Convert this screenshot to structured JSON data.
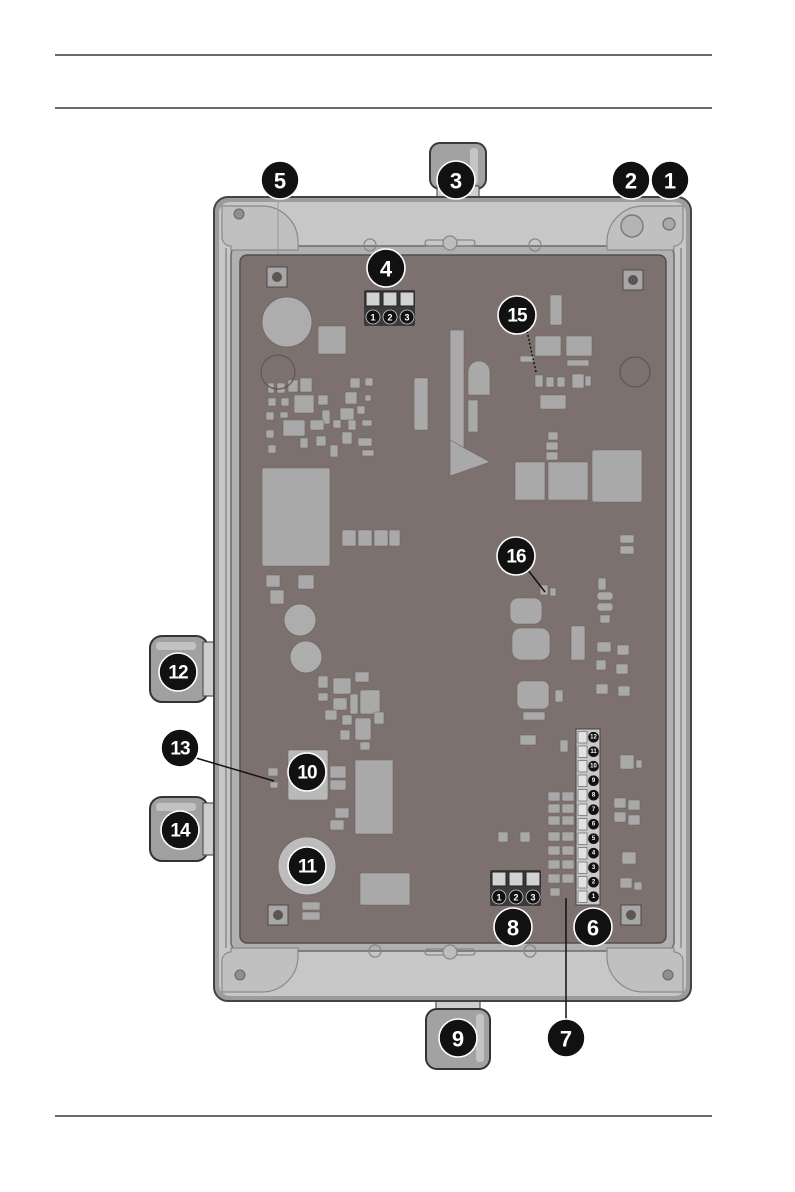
{
  "callouts": [
    "1",
    "2",
    "3",
    "4",
    "5",
    "6",
    "7",
    "8",
    "9",
    "10",
    "11",
    "12",
    "13",
    "14",
    "15",
    "16"
  ],
  "terminal_block_top": {
    "pins": [
      "1",
      "2",
      "3"
    ]
  },
  "terminal_block_bottom": {
    "pins": [
      "1",
      "2",
      "3"
    ]
  },
  "terminal_strip": {
    "pins": [
      "12",
      "11",
      "10",
      "9",
      "8",
      "7",
      "6",
      "5",
      "4",
      "3",
      "2",
      "1"
    ]
  },
  "colors": {
    "pcb": "#7d7170",
    "enclosure": "#c7c7c7",
    "component": "#a9a9a9",
    "callout": "#111111"
  }
}
